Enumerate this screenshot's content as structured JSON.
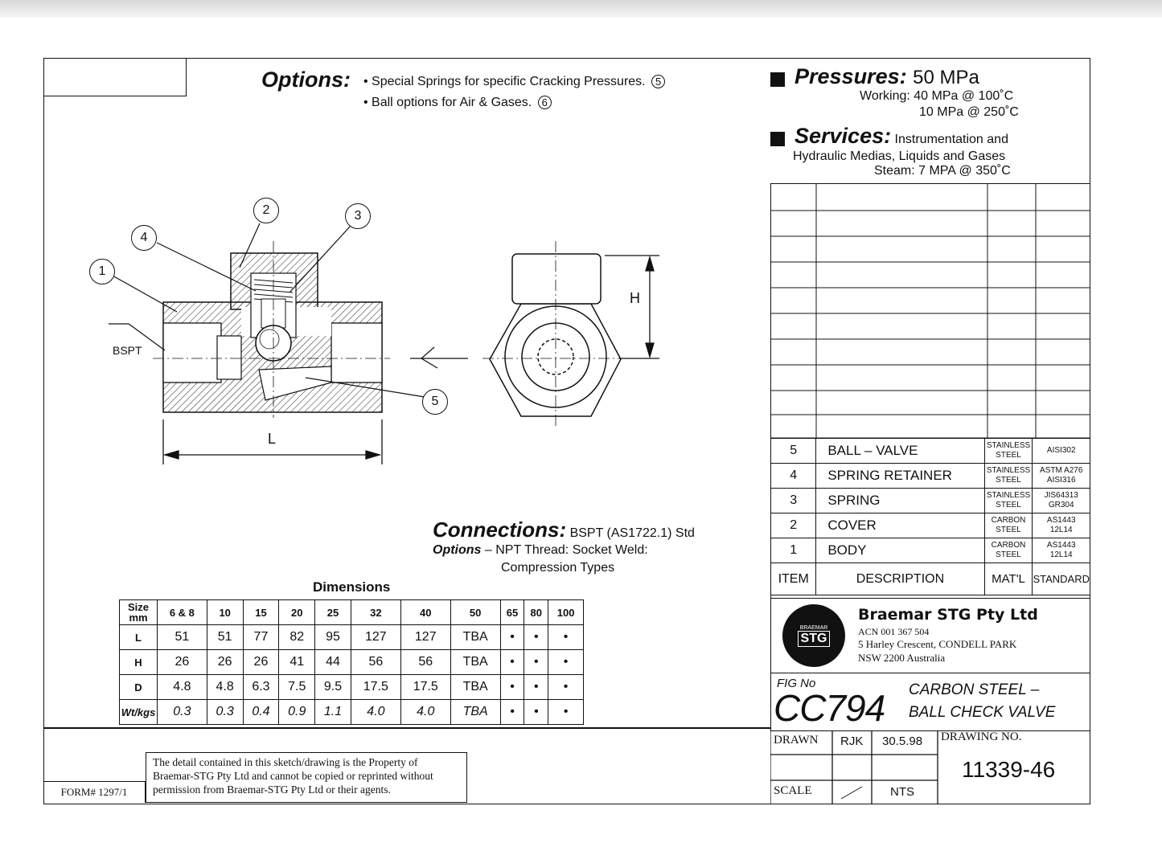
{
  "options": {
    "heading": "Options:",
    "items": [
      {
        "text": "Special Springs for specific Cracking Pressures.",
        "ref": "5"
      },
      {
        "text": "Ball options for Air & Gases.",
        "ref": "6"
      }
    ]
  },
  "pressures": {
    "heading": "Pressures:",
    "value": "50 MPa",
    "working": "Working: 40 MPa @ 100˚C",
    "working2": "10 MPa @ 250˚C"
  },
  "services": {
    "heading": "Services:",
    "line1": "Instrumentation and",
    "line2": "Hydraulic Medias, Liquids and Gases",
    "line3": "Steam: 7 MPA @ 350˚C"
  },
  "drawing": {
    "callouts": [
      "1",
      "2",
      "3",
      "4",
      "5"
    ],
    "bspt_label": "BSPT",
    "l_label": "L",
    "h_label": "H"
  },
  "connections": {
    "heading": "Connections:",
    "value": "BSPT (AS1722.1) Std",
    "options_label": "Options",
    "options_text": "– NPT Thread: Socket Weld:",
    "options_text2": "Compression Types"
  },
  "dimensions": {
    "title": "Dimensions",
    "header_label": "Size mm",
    "sizes": [
      "6 & 8",
      "10",
      "15",
      "20",
      "25",
      "32",
      "40",
      "50",
      "65",
      "80",
      "100"
    ],
    "rows": [
      {
        "label": "L",
        "values": [
          "51",
          "51",
          "77",
          "82",
          "95",
          "127",
          "127",
          "TBA",
          "•",
          "•",
          "•"
        ]
      },
      {
        "label": "H",
        "values": [
          "26",
          "26",
          "26",
          "41",
          "44",
          "56",
          "56",
          "TBA",
          "•",
          "•",
          "•"
        ]
      },
      {
        "label": "D",
        "values": [
          "4.8",
          "4.8",
          "6.3",
          "7.5",
          "9.5",
          "17.5",
          "17.5",
          "TBA",
          "•",
          "•",
          "•"
        ]
      },
      {
        "label": "Wt/kgs",
        "values": [
          "0.3",
          "0.3",
          "0.4",
          "0.9",
          "1.1",
          "4.0",
          "4.0",
          "TBA",
          "•",
          "•",
          "•"
        ]
      }
    ]
  },
  "parts": {
    "rows": [
      {
        "item": "5",
        "description": "BALL – VALVE",
        "mat": [
          "STAINLESS",
          "STEEL"
        ],
        "std": [
          "AISI302"
        ]
      },
      {
        "item": "4",
        "description": "SPRING RETAINER",
        "mat": [
          "STAINLESS",
          "STEEL"
        ],
        "std": [
          "ASTM A276",
          "AISI316"
        ]
      },
      {
        "item": "3",
        "description": "SPRING",
        "mat": [
          "STAINLESS",
          "STEEL"
        ],
        "std": [
          "JIS64313",
          "GR304"
        ]
      },
      {
        "item": "2",
        "description": "COVER",
        "mat": [
          "CARBON",
          "STEEL"
        ],
        "std": [
          "AS1443",
          "12L14"
        ]
      },
      {
        "item": "1",
        "description": "BODY",
        "mat": [
          "CARBON",
          "STEEL"
        ],
        "std": [
          "AS1443",
          "12L14"
        ]
      }
    ],
    "header": {
      "item": "ITEM",
      "description": "DESCRIPTION",
      "mat": "MAT'L",
      "std": "STANDARD"
    }
  },
  "company": {
    "name": "Braemar STG Pty Ltd",
    "acn": "ACN 001 367 504",
    "address1": "5 Harley Crescent, CONDELL PARK",
    "address2": "NSW 2200 Australia",
    "logo_text": "STG",
    "logo_subtext": "BRAEMAR"
  },
  "title_block": {
    "fig_label": "FIG No",
    "fig_no": "CC794",
    "title1": "CARBON STEEL –",
    "title2": "BALL CHECK VALVE",
    "drawn_label": "DRAWN",
    "drawn_by": "RJK",
    "date": "30.5.98",
    "drawing_no_label": "DRAWING NO.",
    "drawing_no": "11339-46",
    "scale_label": "SCALE",
    "scale_value": "NTS"
  },
  "footer": {
    "notice1": "The detail contained in this sketch/drawing is the Property of",
    "notice2": "Braemar-STG Pty Ltd and cannot be copied or reprinted without",
    "notice3": "permission from Braemar-STG Pty Ltd or their agents.",
    "form": "FORM# 1297/1"
  }
}
